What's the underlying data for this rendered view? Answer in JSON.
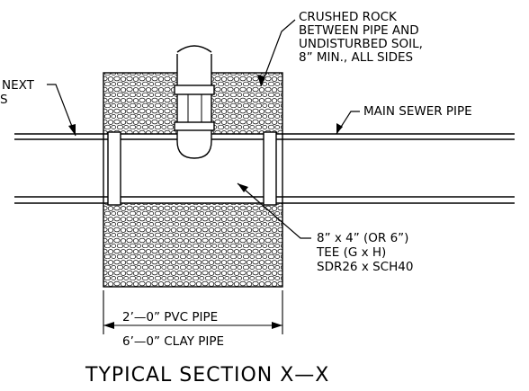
{
  "drawing": {
    "notes": {
      "crushed_rock": [
        "CRUSHED ROCK",
        "BETWEEN PIPE AND",
        "UNDISTURBED SOIL,",
        "8” MIN., ALL SIDES"
      ],
      "next_partial": [
        "NEXT",
        "S"
      ],
      "main_sewer_pipe": "MAIN SEWER PIPE",
      "tee": [
        "8” x 4” (OR 6”)",
        "TEE (G x H)",
        "SDR26 x SCH40"
      ]
    },
    "dimensions": {
      "pvc": "2’—0” PVC PIPE",
      "clay": "6’—0” CLAY PIPE"
    },
    "title": "TYPICAL SECTION X—X"
  }
}
